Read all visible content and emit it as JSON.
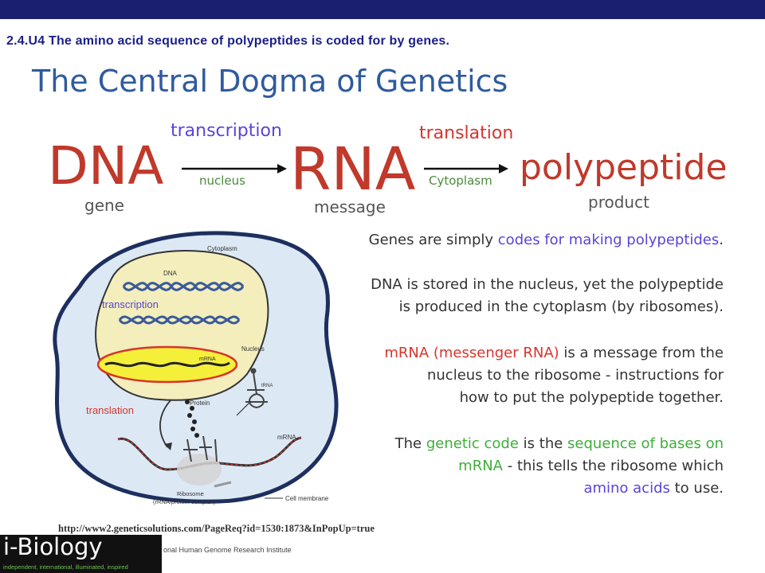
{
  "objective": "2.4.U4 The amino acid sequence of polypeptides is coded for by genes.",
  "title": "The Central Dogma of Genetics",
  "flow": {
    "dna": "DNA",
    "rna": "RNA",
    "polypeptide": "polypeptide",
    "gene": "gene",
    "message": "message",
    "product": "product",
    "transcription": "transcription",
    "translation": "translation",
    "nucleus": "nucleus",
    "cytoplasm": "Cytoplasm"
  },
  "paragraphs": {
    "p1_a": "Genes are simply ",
    "p1_b": "codes for making polypeptides",
    "p1_c": ".",
    "p2_l1": "DNA is stored in the nucleus, yet the polypeptide",
    "p2_l2": "is produced in the cytoplasm (by ribosomes).",
    "p3_a": "mRNA (messenger RNA)",
    "p3_b": " is a message from the",
    "p3_l2": "nucleus to the ribosome - instructions for",
    "p3_l3": "how to put the polypeptide together.",
    "p4_a": "The ",
    "p4_b": "genetic code",
    "p4_c": " is the ",
    "p4_d": "sequence of bases on",
    "p4_e": "mRNA",
    "p4_f": " - this tells the ribosome which",
    "p4_g": "amino acids",
    "p4_h": " to use."
  },
  "diagram": {
    "cytoplasm": "Cytoplasm",
    "dna": "DNA",
    "transcription": "transcription",
    "mrna_inner": "mRNA",
    "nucleus": "Nucleus",
    "trna": "tRNA",
    "protein": "Protein",
    "translation": "translation",
    "mrna": "mRNA",
    "ribosome": "Ribosome",
    "ribosome_sub": "(rRNA/protein complex)",
    "cell_membrane": "Cell membrane"
  },
  "source_url": "http://www2.geneticsolutions.com/PageReq?id=1530:1873&InPopUp=true",
  "credit": "onal Human Genome Research Institute",
  "logo": {
    "name": "i-Biology",
    "tagline": "independent, international, illuminated, inspired"
  },
  "colors": {
    "topbar": "#1a1f6e",
    "title": "#2f5b9e",
    "dogma_words": "#c0392b",
    "highlight_blue": "#5a45d6",
    "highlight_green": "#3fae3a",
    "highlight_red": "#d8342c"
  }
}
